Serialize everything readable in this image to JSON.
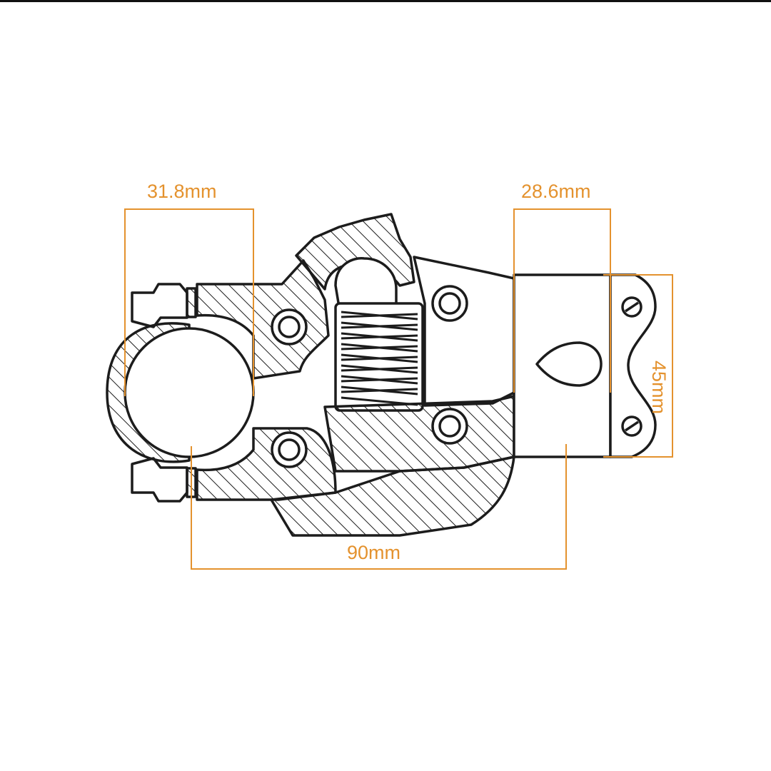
{
  "colors": {
    "dimension": "#E4922E",
    "outline": "#1c1c1c",
    "background": "#ffffff"
  },
  "dimensions": {
    "handlebar_clamp": "31.8mm",
    "steerer_clamp": "28.6mm",
    "stem_length": "90mm",
    "stack_height": "45mm"
  }
}
